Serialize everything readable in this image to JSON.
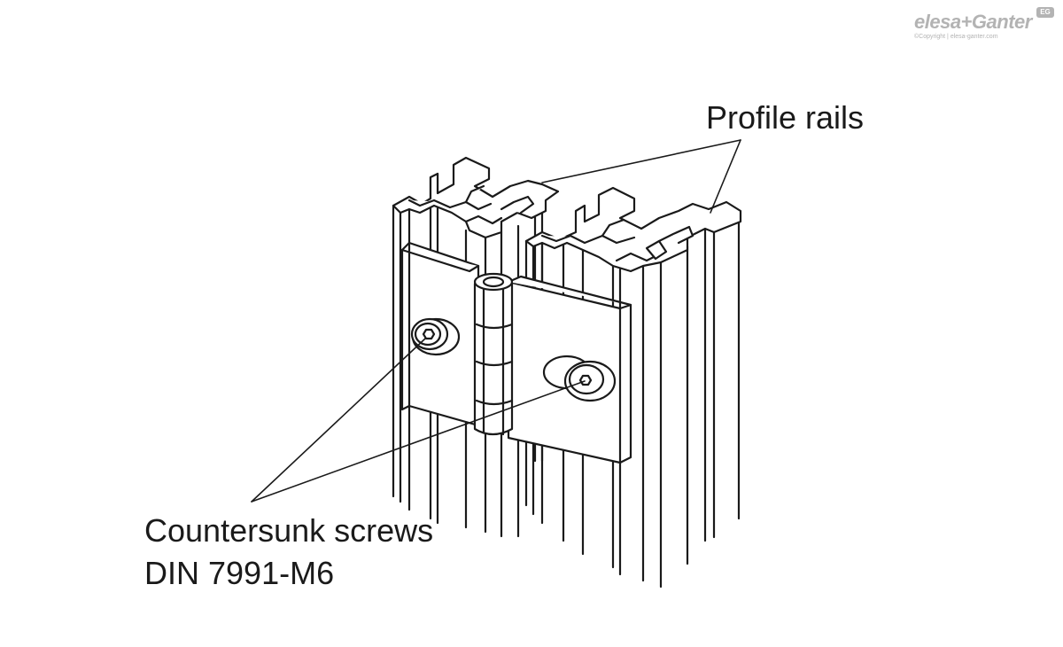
{
  "labels": {
    "profile_rails": "Profile rails",
    "screws_line1": "Countersunk screws",
    "screws_line2": "DIN 7991-M6"
  },
  "logo": {
    "brand": "elesa+Ganter",
    "badge": "EG",
    "copyright": "©Copyright | elesa-ganter.com",
    "color": "#b3b3b3"
  },
  "colors": {
    "line": "#1a1a1a",
    "fill": "#ffffff"
  }
}
